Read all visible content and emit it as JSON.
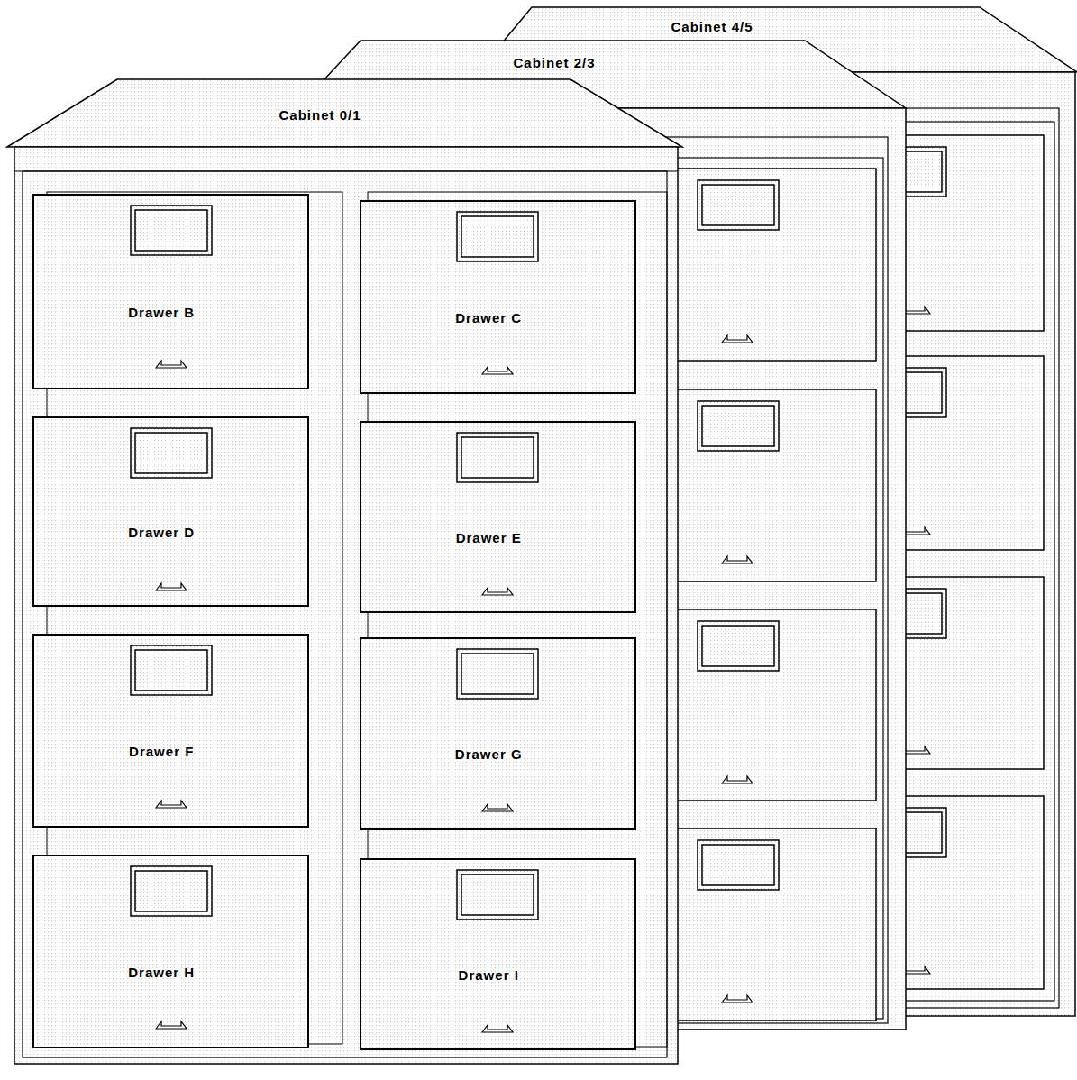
{
  "diagram": {
    "nodes": [
      {
        "text": [
          "Cabinet 4/5"
        ]
      },
      {
        "text": [
          "Cabinet 2/3"
        ]
      },
      {
        "text": [
          "Cabinet 0/1"
        ]
      },
      {
        "text": [
          "Drawer B"
        ],
        "in": 2
      },
      {
        "text": [
          "Drawer C"
        ],
        "in": 2
      },
      {
        "text": [
          "Drawer D"
        ],
        "in": 2
      },
      {
        "text": [
          "Drawer E"
        ],
        "in": 2
      },
      {
        "text": [
          "Drawer F"
        ],
        "in": 2
      },
      {
        "text": [
          "Drawer G"
        ],
        "in": 2
      },
      {
        "text": [
          "Drawer H"
        ],
        "in": 2
      },
      {
        "text": [
          "Drawer I"
        ],
        "in": 2
      }
    ]
  }
}
